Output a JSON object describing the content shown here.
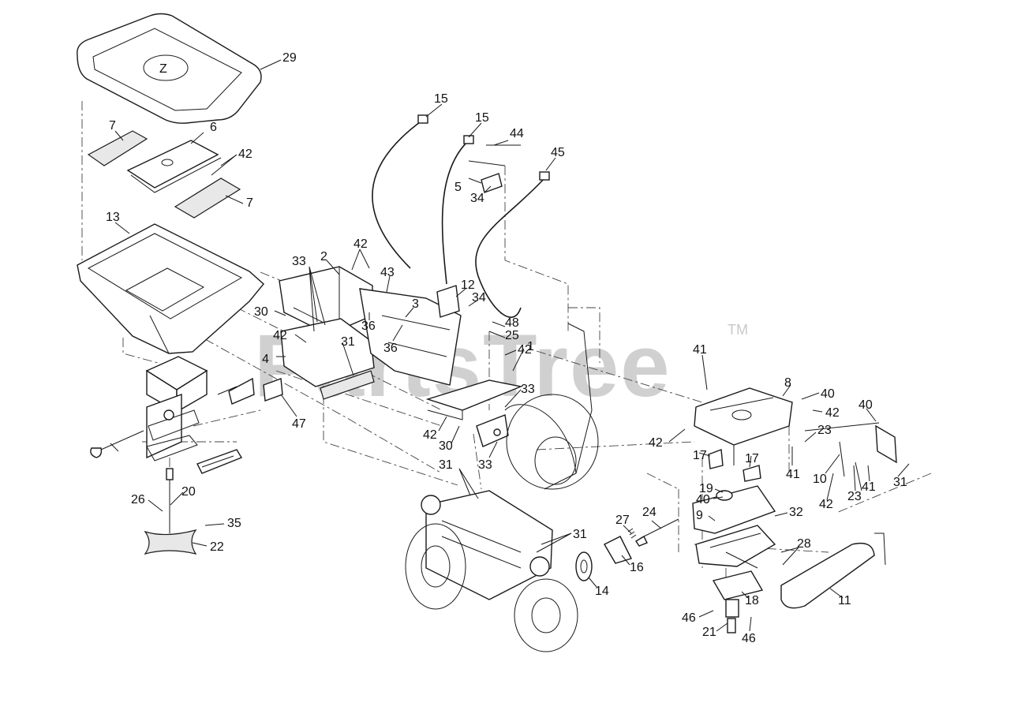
{
  "watermark": {
    "text": "PartsTree",
    "trademark": "TM",
    "color": "#c8c8c8"
  },
  "lid_logo": "Z",
  "callouts": [
    {
      "id": "c29",
      "label": "29"
    },
    {
      "id": "c7a",
      "label": "7"
    },
    {
      "id": "c6",
      "label": "6"
    },
    {
      "id": "c42a",
      "label": "42"
    },
    {
      "id": "c7b",
      "label": "7"
    },
    {
      "id": "c13",
      "label": "13"
    },
    {
      "id": "c15a",
      "label": "15"
    },
    {
      "id": "c15b",
      "label": "15"
    },
    {
      "id": "c44",
      "label": "44"
    },
    {
      "id": "c45",
      "label": "45"
    },
    {
      "id": "c5",
      "label": "5"
    },
    {
      "id": "c34a",
      "label": "34"
    },
    {
      "id": "c42b",
      "label": "42"
    },
    {
      "id": "c2",
      "label": "2"
    },
    {
      "id": "c33a",
      "label": "33"
    },
    {
      "id": "c43",
      "label": "43"
    },
    {
      "id": "c12",
      "label": "12"
    },
    {
      "id": "c34b",
      "label": "34"
    },
    {
      "id": "c3",
      "label": "3"
    },
    {
      "id": "c30a",
      "label": "30"
    },
    {
      "id": "c36a",
      "label": "36"
    },
    {
      "id": "c48",
      "label": "48"
    },
    {
      "id": "c25",
      "label": "25"
    },
    {
      "id": "c42c",
      "label": "42"
    },
    {
      "id": "c31a",
      "label": "31"
    },
    {
      "id": "c42d",
      "label": "42"
    },
    {
      "id": "c4",
      "label": "4"
    },
    {
      "id": "c36b",
      "label": "36"
    },
    {
      "id": "c1",
      "label": "1"
    },
    {
      "id": "c33b",
      "label": "33"
    },
    {
      "id": "c47",
      "label": "47"
    },
    {
      "id": "c42e",
      "label": "42"
    },
    {
      "id": "c30b",
      "label": "30"
    },
    {
      "id": "c33c",
      "label": "33"
    },
    {
      "id": "c41a",
      "label": "41"
    },
    {
      "id": "c8",
      "label": "8"
    },
    {
      "id": "c40a",
      "label": "40"
    },
    {
      "id": "c42f",
      "label": "42"
    },
    {
      "id": "c40b",
      "label": "40"
    },
    {
      "id": "c23a",
      "label": "23"
    },
    {
      "id": "c42g",
      "label": "42"
    },
    {
      "id": "c17a",
      "label": "17"
    },
    {
      "id": "c17b",
      "label": "17"
    },
    {
      "id": "c41b",
      "label": "41"
    },
    {
      "id": "c10",
      "label": "10"
    },
    {
      "id": "c41c",
      "label": "41"
    },
    {
      "id": "c23b",
      "label": "23"
    },
    {
      "id": "c31b",
      "label": "31"
    },
    {
      "id": "c42h",
      "label": "42"
    },
    {
      "id": "c19",
      "label": "19"
    },
    {
      "id": "c40c",
      "label": "40"
    },
    {
      "id": "c31c",
      "label": "31"
    },
    {
      "id": "c26",
      "label": "26"
    },
    {
      "id": "c20",
      "label": "20"
    },
    {
      "id": "c9",
      "label": "9"
    },
    {
      "id": "c32",
      "label": "32"
    },
    {
      "id": "c35",
      "label": "35"
    },
    {
      "id": "c27",
      "label": "27"
    },
    {
      "id": "c24",
      "label": "24"
    },
    {
      "id": "c31d",
      "label": "31"
    },
    {
      "id": "c22",
      "label": "22"
    },
    {
      "id": "c28",
      "label": "28"
    },
    {
      "id": "c16",
      "label": "16"
    },
    {
      "id": "c14",
      "label": "14"
    },
    {
      "id": "c18",
      "label": "18"
    },
    {
      "id": "c11",
      "label": "11"
    },
    {
      "id": "c46a",
      "label": "46"
    },
    {
      "id": "c21",
      "label": "21"
    },
    {
      "id": "c46b",
      "label": "46"
    }
  ]
}
